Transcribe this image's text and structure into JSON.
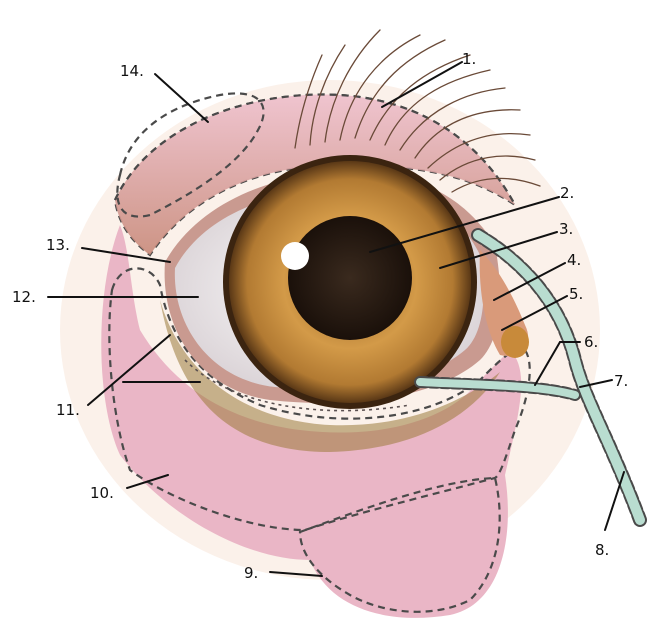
{
  "labels": {
    "l1": "1.",
    "l2": "2.",
    "l3": "3.",
    "l4": "4.",
    "l5": "5.",
    "l6": "6.",
    "l7": "7.",
    "l8": "8.",
    "l9": "9.",
    "l10": "10.",
    "l11": "11.",
    "l12": "12.",
    "l13": "13.",
    "l14": "14."
  },
  "colors": {
    "upper_lid_zone": "#e7b3c2",
    "lacrimal_gland_zone": "#a9d4cf",
    "lower_lid_zone": "#f1e27c",
    "cheek_zone": "#f6c3a6",
    "iris": "#c98f3f",
    "pupil": "#2a1c14",
    "sclera": "#f4efef",
    "duct": "#b9ddd0"
  },
  "icons": {
    "eye_illustration": "eye-anatomy-illustration"
  }
}
